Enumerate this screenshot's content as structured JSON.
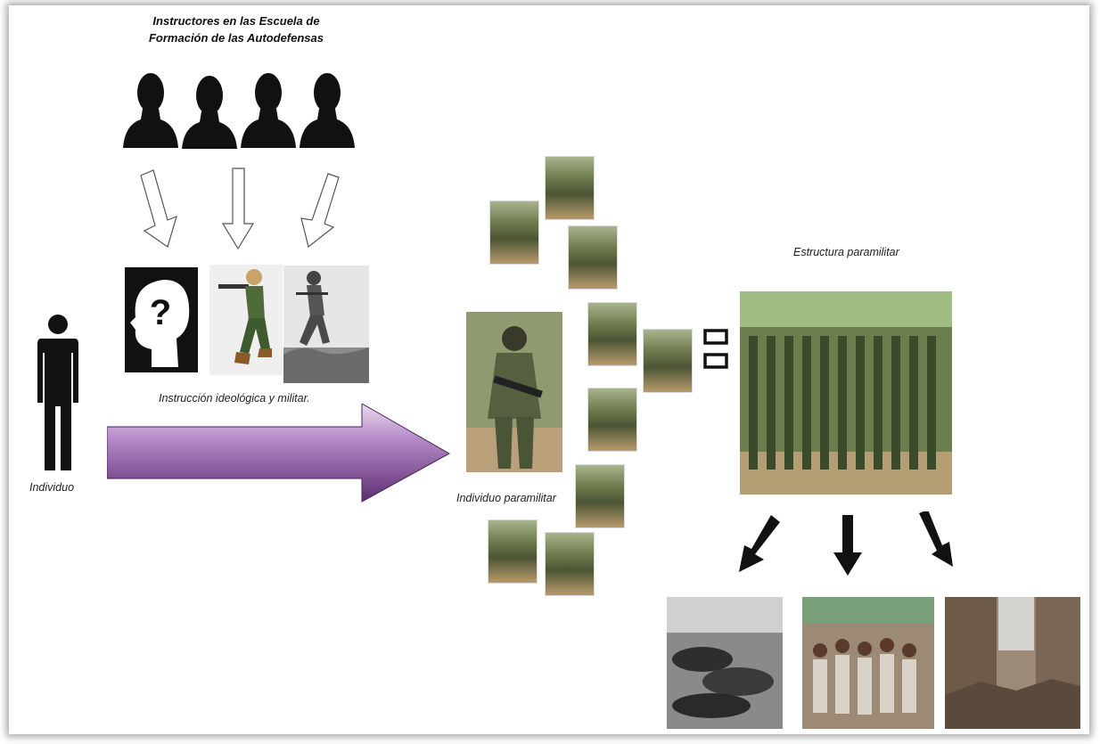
{
  "labels": {
    "title_line1": "Instructores en las Escuela de",
    "title_line2": "Formación de las Autodefensas",
    "instruccion": "Instrucción  ideológica y militar.",
    "individuo": "Individuo",
    "individuo_paramilitar": "Individuo paramilitar",
    "estructura_paramilitar": "Estructura paramilitar",
    "question_mark": "?"
  },
  "colors": {
    "silhouette": "#111111",
    "big_arrow_start": "#5e2d73",
    "big_arrow_end": "#efe3f5",
    "black_arrow": "#111111"
  },
  "icons": [
    "person-silhouette-icon",
    "down-arrow-icon",
    "question-head-icon",
    "gunman-icon",
    "running-soldier-icon",
    "standing-person-icon",
    "big-right-arrow-icon",
    "equals-sign-icon",
    "black-arrow-icon"
  ]
}
